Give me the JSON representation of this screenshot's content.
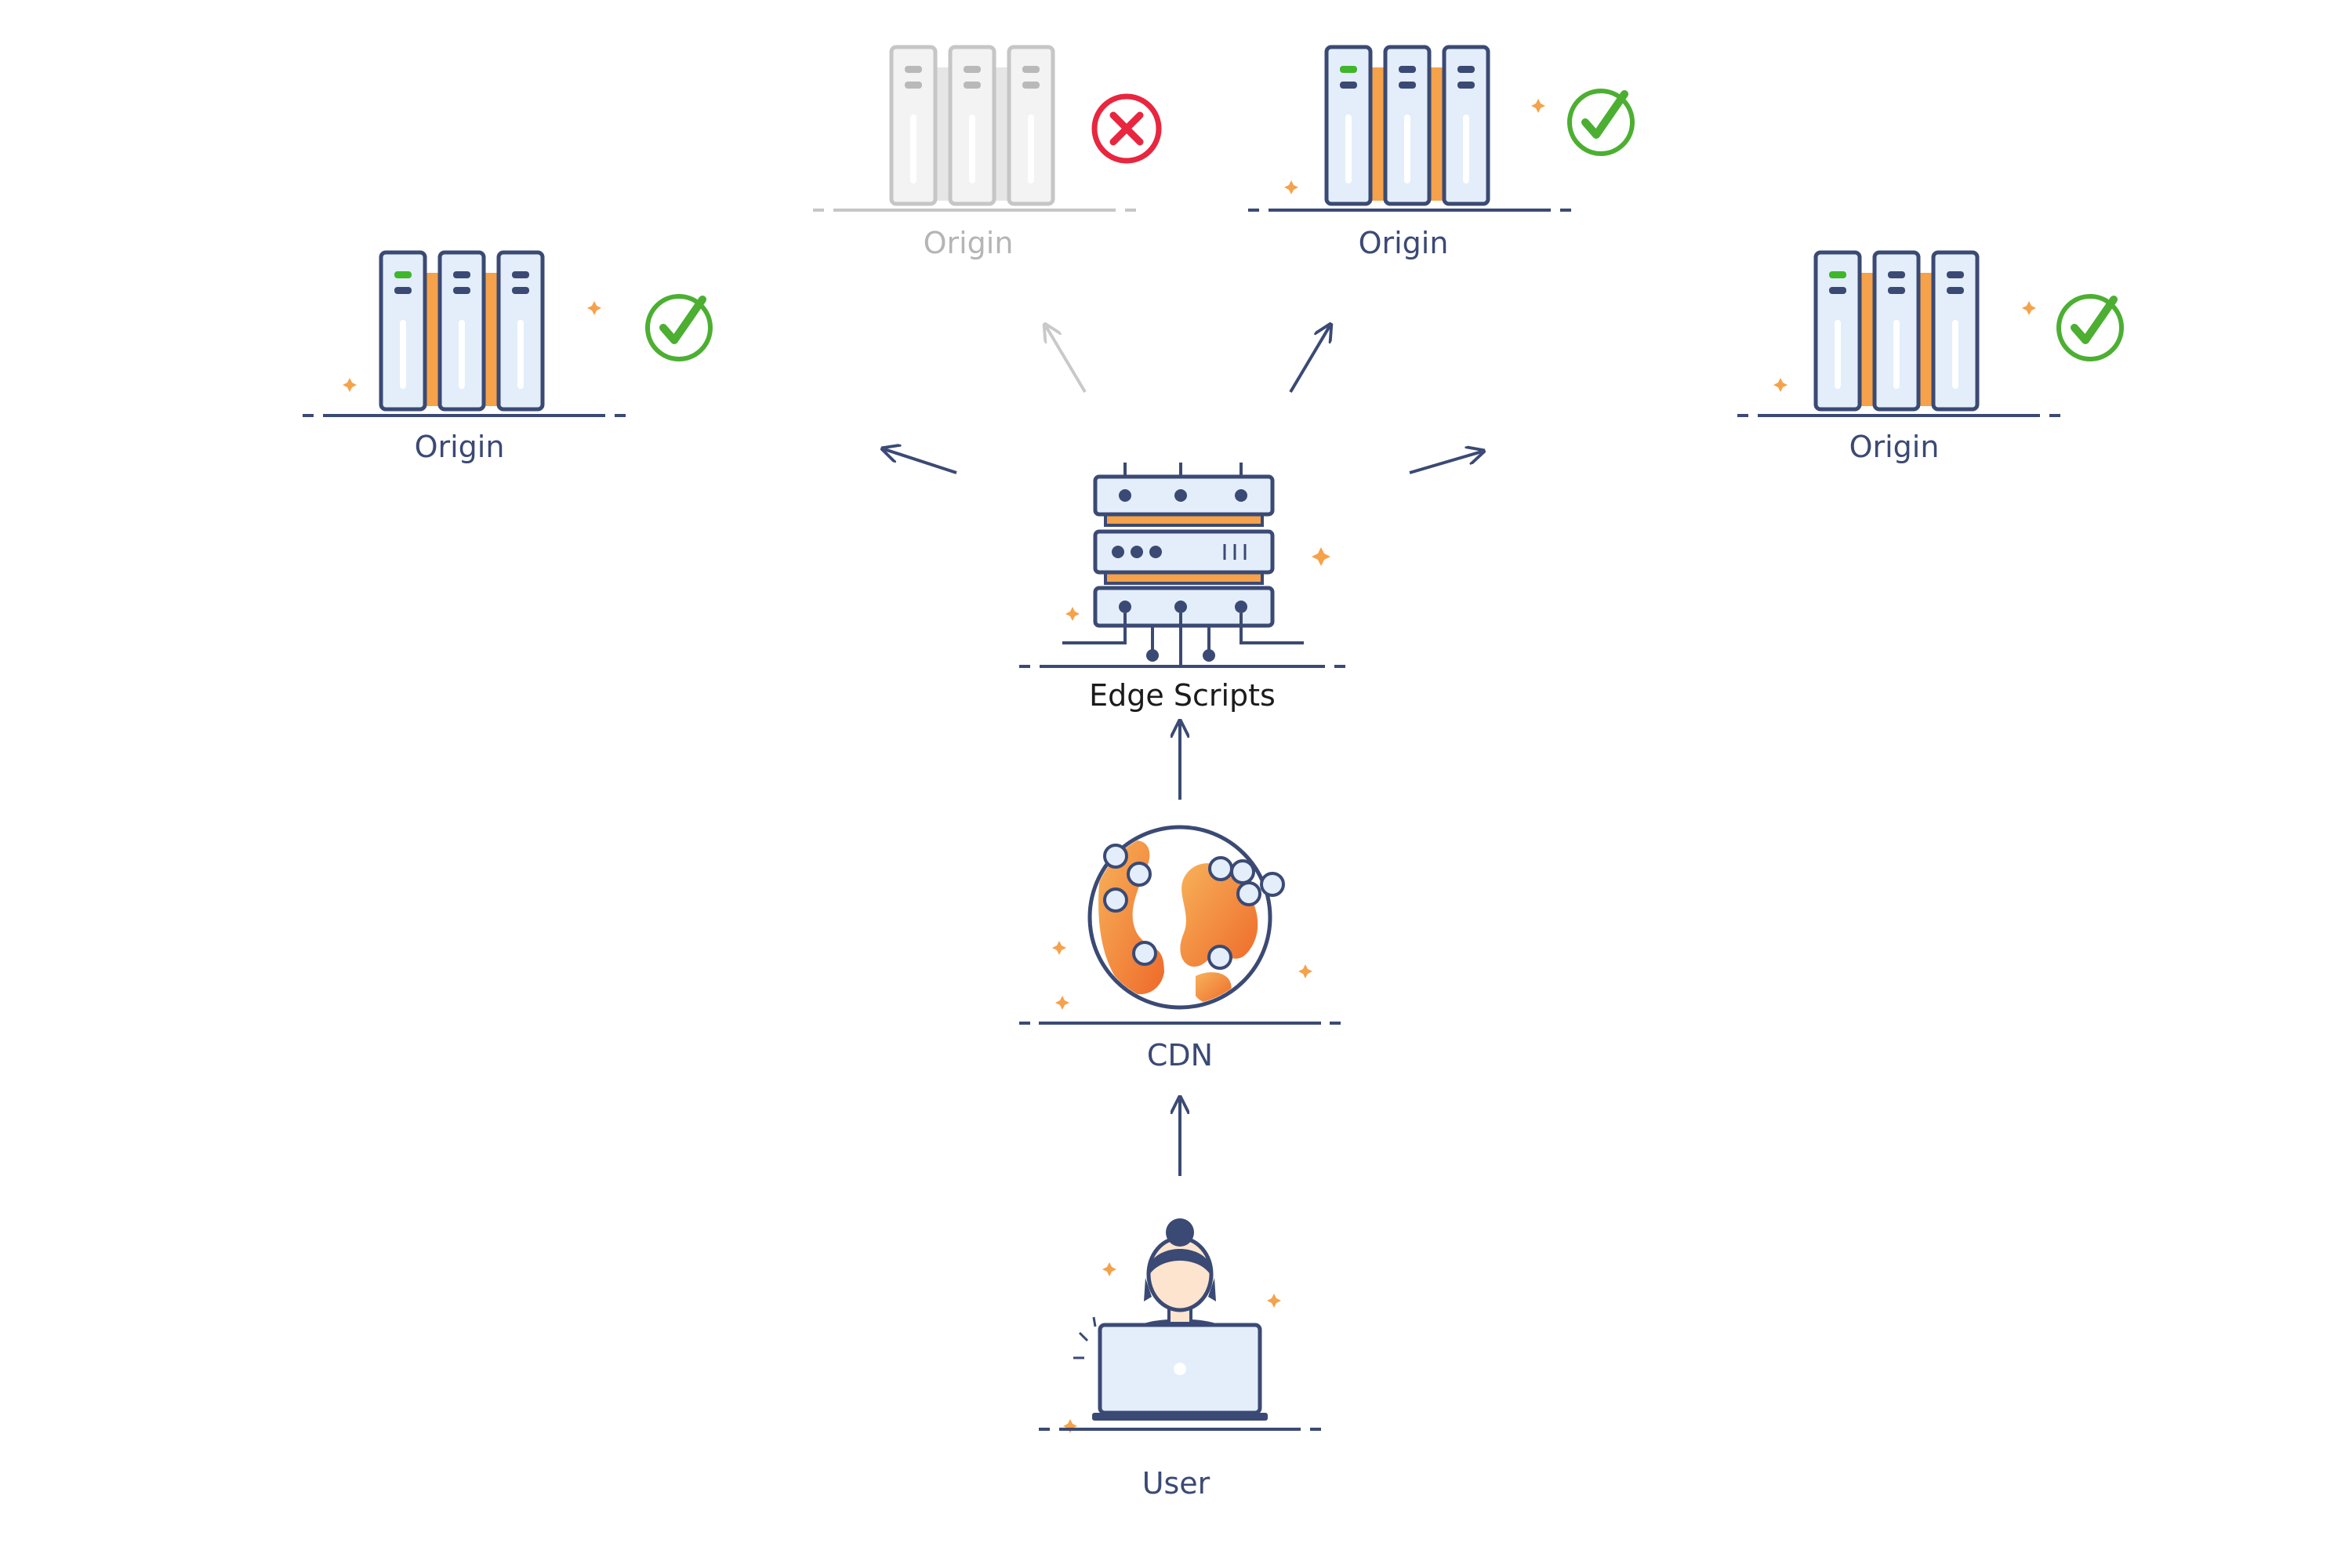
{
  "nodes": {
    "origin_top_left": {
      "label": "Origin",
      "status": "fail",
      "status_icon": "x-circle-icon"
    },
    "origin_top_right": {
      "label": "Origin",
      "status": "ok",
      "status_icon": "check-circle-icon"
    },
    "origin_left": {
      "label": "Origin",
      "status": "ok",
      "status_icon": "check-circle-icon"
    },
    "origin_right": {
      "label": "Origin",
      "status": "ok",
      "status_icon": "check-circle-icon"
    },
    "edge_scripts": {
      "label": "Edge Scripts",
      "icon": "server-rack-icon"
    },
    "cdn": {
      "label": "CDN",
      "icon": "globe-icon"
    },
    "user": {
      "label": "User",
      "icon": "user-laptop-icon"
    }
  },
  "colors": {
    "outline": "#3b4a74",
    "server_fill": "#e3eefa",
    "accent_orange": "#f5a24a",
    "ok_green": "#4caf32",
    "fail_red": "#e8263f",
    "faded": "#c6c6c6"
  }
}
